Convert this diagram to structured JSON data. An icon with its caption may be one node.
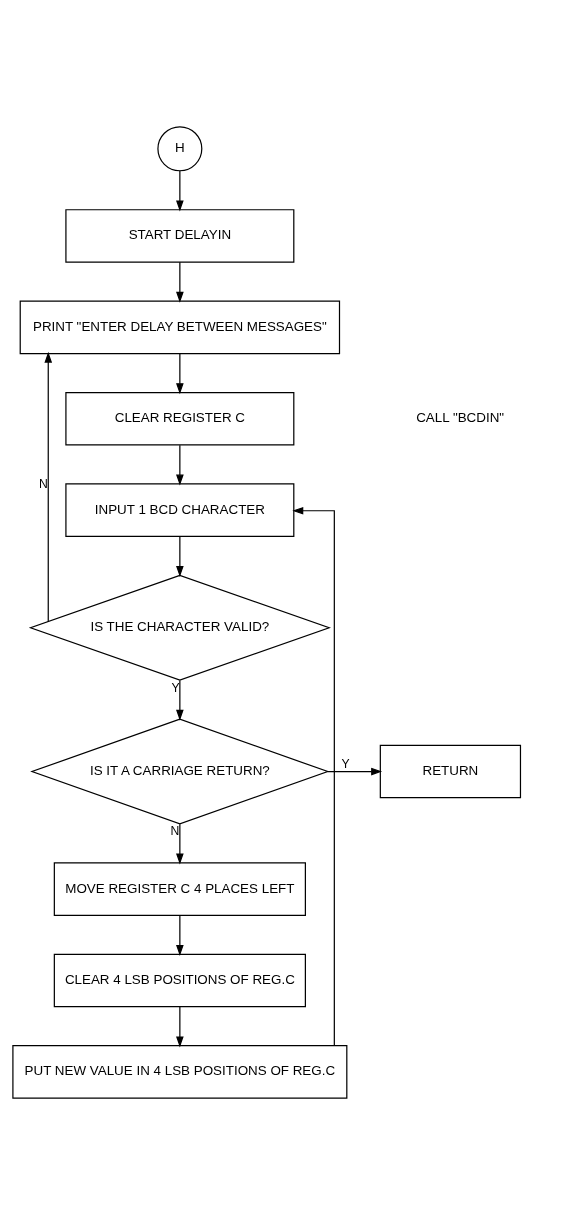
{
  "diagram": {
    "nodes": [
      {
        "text": [
          "H"
        ]
      },
      {
        "text": [
          "START DELAYIN"
        ]
      },
      {
        "text": [
          "PRINT \"ENTER DELAY BETWEEN MESSAGES\""
        ]
      },
      {
        "text": [
          "CLEAR REGISTER C"
        ]
      },
      {
        "text": [
          "INPUT 1 BCD CHARACTER"
        ]
      },
      {
        "text": [
          "IS THE CHARACTER VALID?"
        ]
      },
      {
        "text": [
          "IS IT A CARRIAGE RETURN?"
        ]
      },
      {
        "text": [
          "RETURN"
        ]
      },
      {
        "text": [
          "MOVE REGISTER C 4 PLACES LEFT"
        ]
      },
      {
        "text": [
          "CLEAR 4 LSB POSITIONS OF REG.C"
        ]
      },
      {
        "text": [
          "PUT NEW VALUE IN 4 LSB POSITIONS OF REG.C"
        ]
      }
    ],
    "edges": [
      {
        "from": 0,
        "to": 1,
        "arrow": "to"
      },
      {
        "from": 1,
        "to": 2,
        "arrow": "to"
      },
      {
        "from": 2,
        "to": 3,
        "arrow": "to"
      },
      {
        "from": 3,
        "to": 4,
        "arrow": "to"
      },
      {
        "from": 4,
        "to": 5,
        "arrow": "to"
      },
      {
        "from": 5,
        "to": 2,
        "arrow": "to",
        "label": "N"
      },
      {
        "from": 5,
        "to": 6,
        "arrow": "to",
        "label": "Y"
      },
      {
        "from": 6,
        "to": 7,
        "arrow": "to",
        "label": "Y"
      },
      {
        "from": 6,
        "to": 8,
        "arrow": "to",
        "label": "N"
      },
      {
        "from": 8,
        "to": 9,
        "arrow": "to"
      },
      {
        "from": 9,
        "to": 10,
        "arrow": "to"
      },
      {
        "from": 10,
        "to": 4,
        "arrow": "to"
      }
    ],
    "labels": [
      "CALL \"BCDIN\""
    ]
  }
}
